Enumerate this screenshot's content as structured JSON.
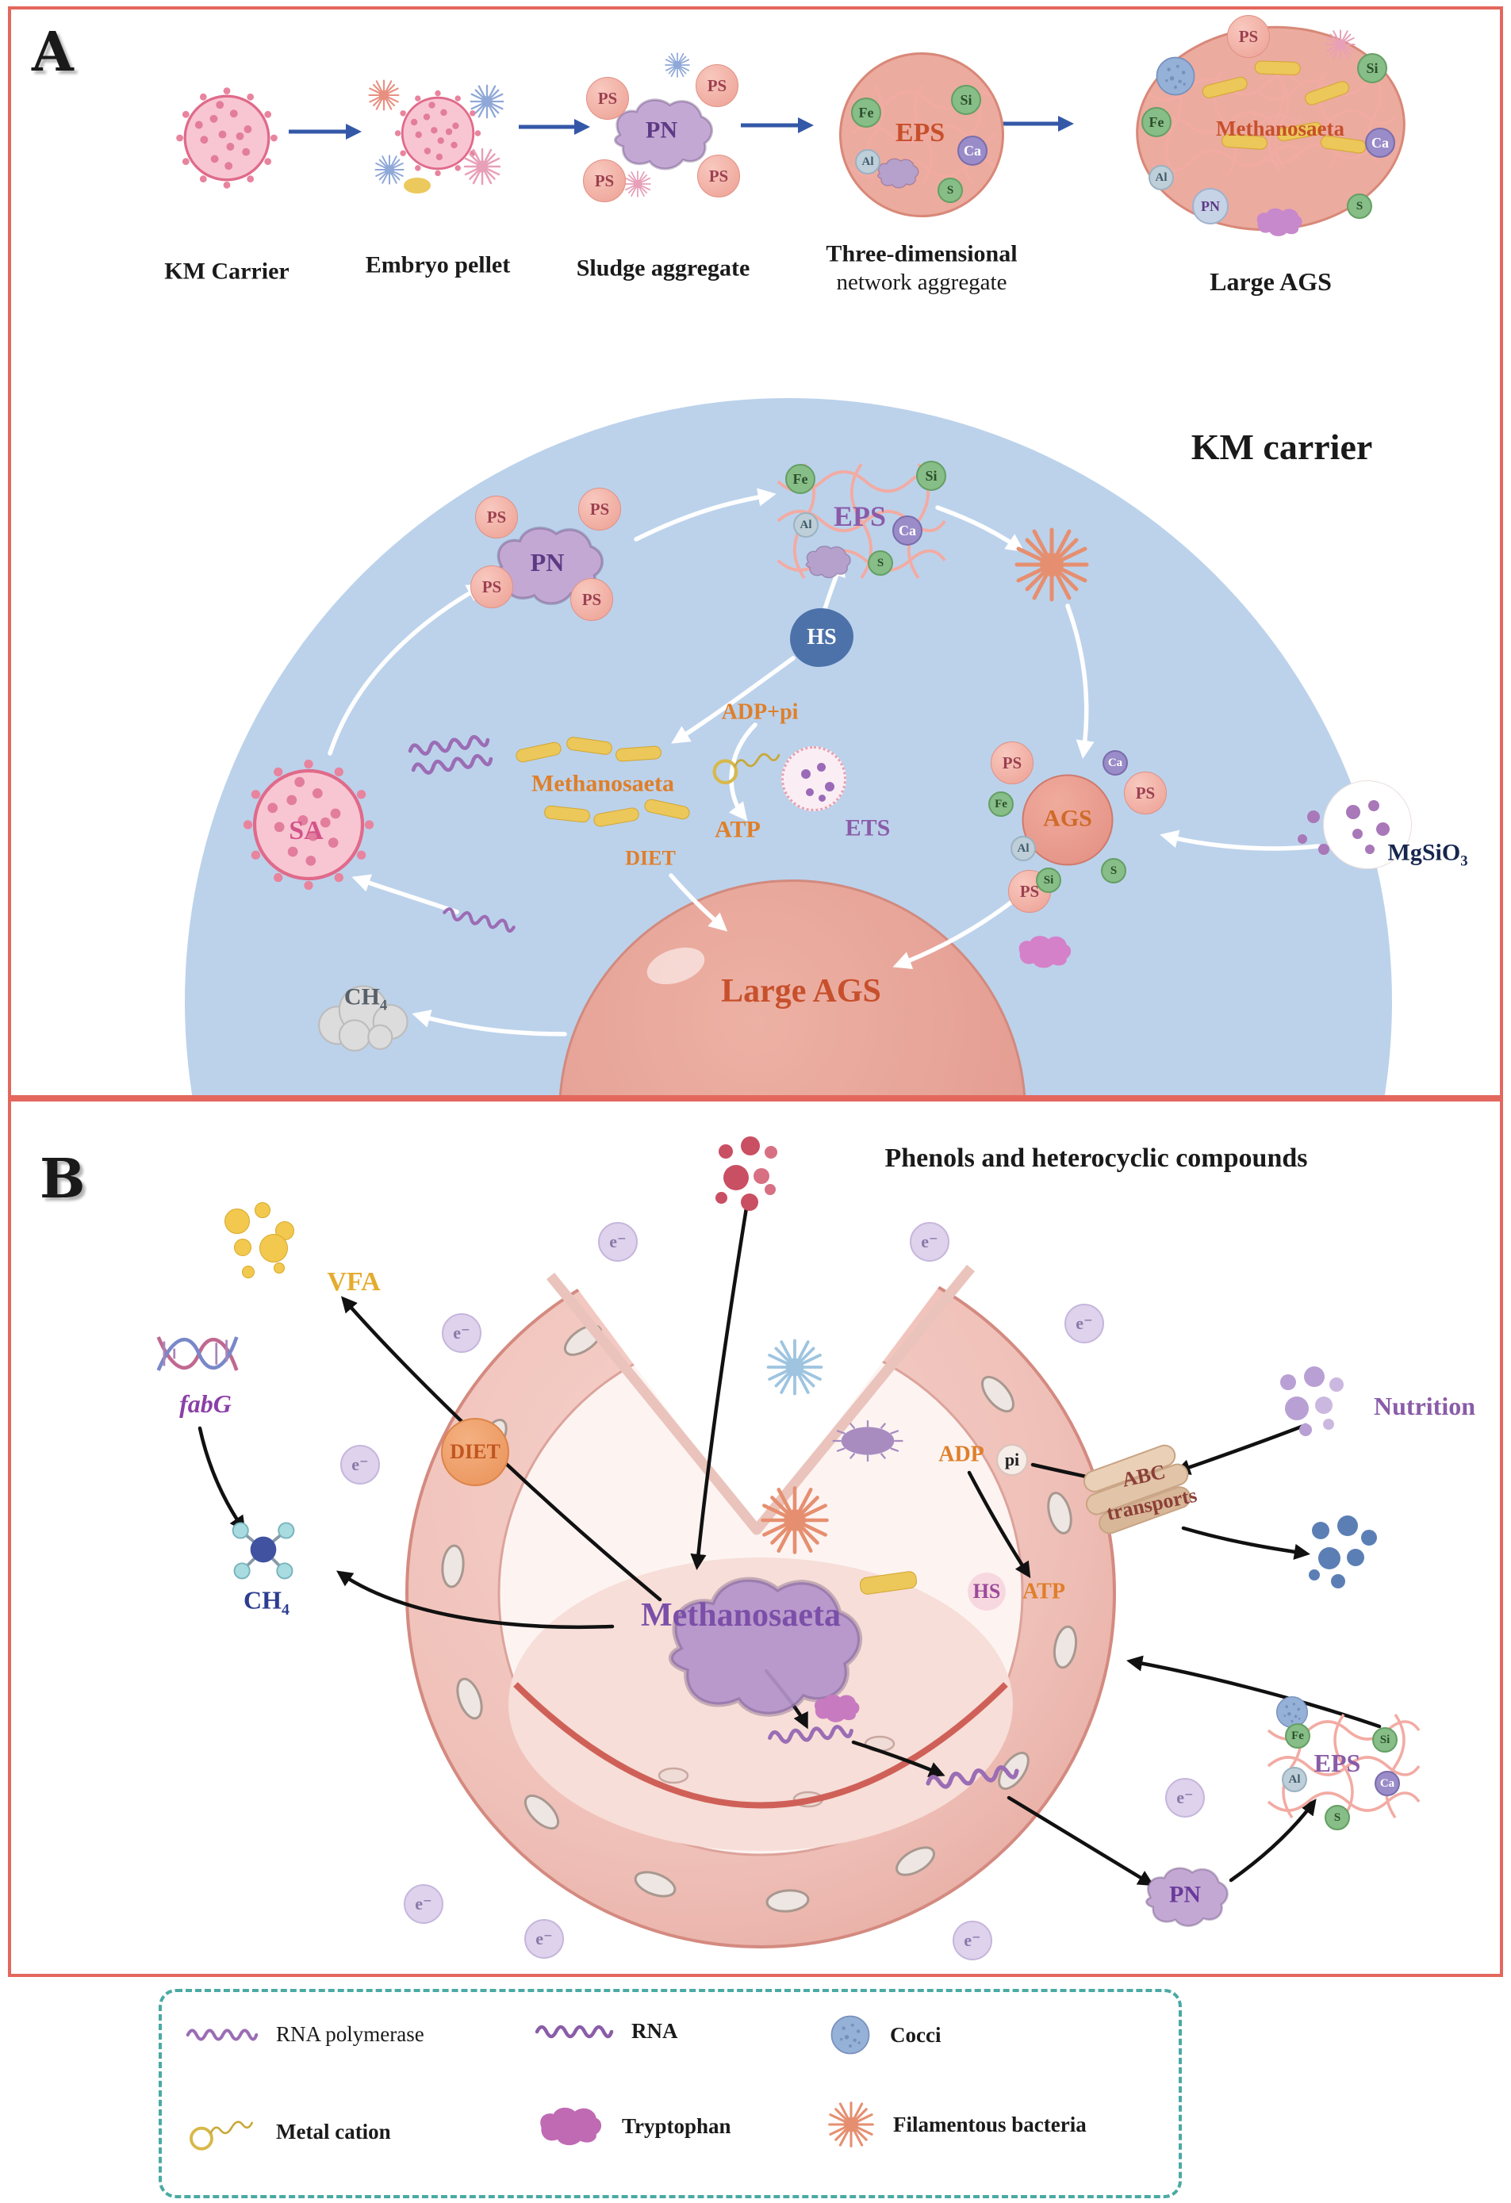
{
  "panel_a": {
    "letter": "A",
    "sequence": {
      "km_carrier": "KM Carrier",
      "embryo_pellet": "Embryo pellet",
      "sludge_aggregate": "Sludge aggregate",
      "network_line1": "Three-dimensional",
      "network_line2": "network aggregate",
      "large_ags": "Large AGS"
    },
    "cycle_title": "KM carrier",
    "labels": {
      "ps": "PS",
      "pn": "PN",
      "eps": "EPS",
      "sa": "SA",
      "hs": "HS",
      "adp_pi": "ADP+pi",
      "atp": "ATP",
      "ets": "ETS",
      "methanosaeta": "Methanosaeta",
      "diet": "DIET",
      "ags": "AGS",
      "large_ags": "Large AGS",
      "ch4_base": "CH",
      "ch4_sub": "4",
      "mgsio3_base": "MgSiO",
      "mgsio3_sub": "3"
    },
    "elements": {
      "fe": "Fe",
      "si": "Si",
      "ca": "Ca",
      "al": "Al",
      "s": "S"
    }
  },
  "panel_b": {
    "letter": "B",
    "title": "Phenols and heterocyclic compounds",
    "labels": {
      "vfa": "VFA",
      "fabg": "fabG",
      "diet": "DIET",
      "ch4_base": "CH",
      "ch4_sub": "4",
      "methanosaeta": "Methanosaeta",
      "adp": "ADP",
      "pi": "pi",
      "hs": "HS",
      "atp": "ATP",
      "abc_line1": "ABC",
      "abc_line2": "transports",
      "nutrition": "Nutrition",
      "eps": "EPS",
      "pn": "PN",
      "electron": "e⁻"
    },
    "elements": {
      "fe": "Fe",
      "si": "Si",
      "ca": "Ca",
      "al": "Al",
      "s": "S"
    }
  },
  "legend": {
    "items": [
      {
        "icon": "rna-polymerase",
        "label": "RNA polymerase"
      },
      {
        "icon": "metal-cation",
        "label": "Metal cation"
      },
      {
        "icon": "rna",
        "label": "RNA"
      },
      {
        "icon": "tryptophan",
        "label": "Tryptophan"
      },
      {
        "icon": "cocci",
        "label": "Cocci"
      },
      {
        "icon": "filamentous-bacteria",
        "label": "Filamentous bacteria"
      }
    ]
  },
  "colors": {
    "panel_border": "#e4675d",
    "dome_blue": "#bcd2eb",
    "ags_salmon": "#e79c8f",
    "orange_accent": "#df7f2a",
    "purple_accent": "#8a5ca8",
    "legend_border": "#4aaaa4"
  }
}
